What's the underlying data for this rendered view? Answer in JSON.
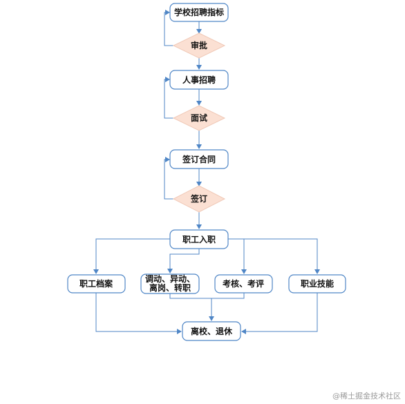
{
  "flowchart": {
    "nodes": {
      "school_recruitment_target": "学校招聘指标",
      "approval": "审批",
      "hr_recruitment": "人事招聘",
      "interview": "面试",
      "sign_contract": "签订合同",
      "sign": "签订",
      "onboarding": "职工入职",
      "staff_records": "职工档案",
      "transfer_line1": "调动、异动、",
      "transfer_line2": "离岗、转职",
      "assessment": "考核、考评",
      "vocational_skills": "职业技能",
      "leave_retire": "离校、退休"
    },
    "colors": {
      "line": "#4f86c6",
      "box_border": "#4f86c6",
      "box_fill": "#ffffff",
      "diamond_fill": "#fbe0d3",
      "diamond_border": "#f0c8b6"
    }
  },
  "watermark": "@稀土掘金技术社区"
}
